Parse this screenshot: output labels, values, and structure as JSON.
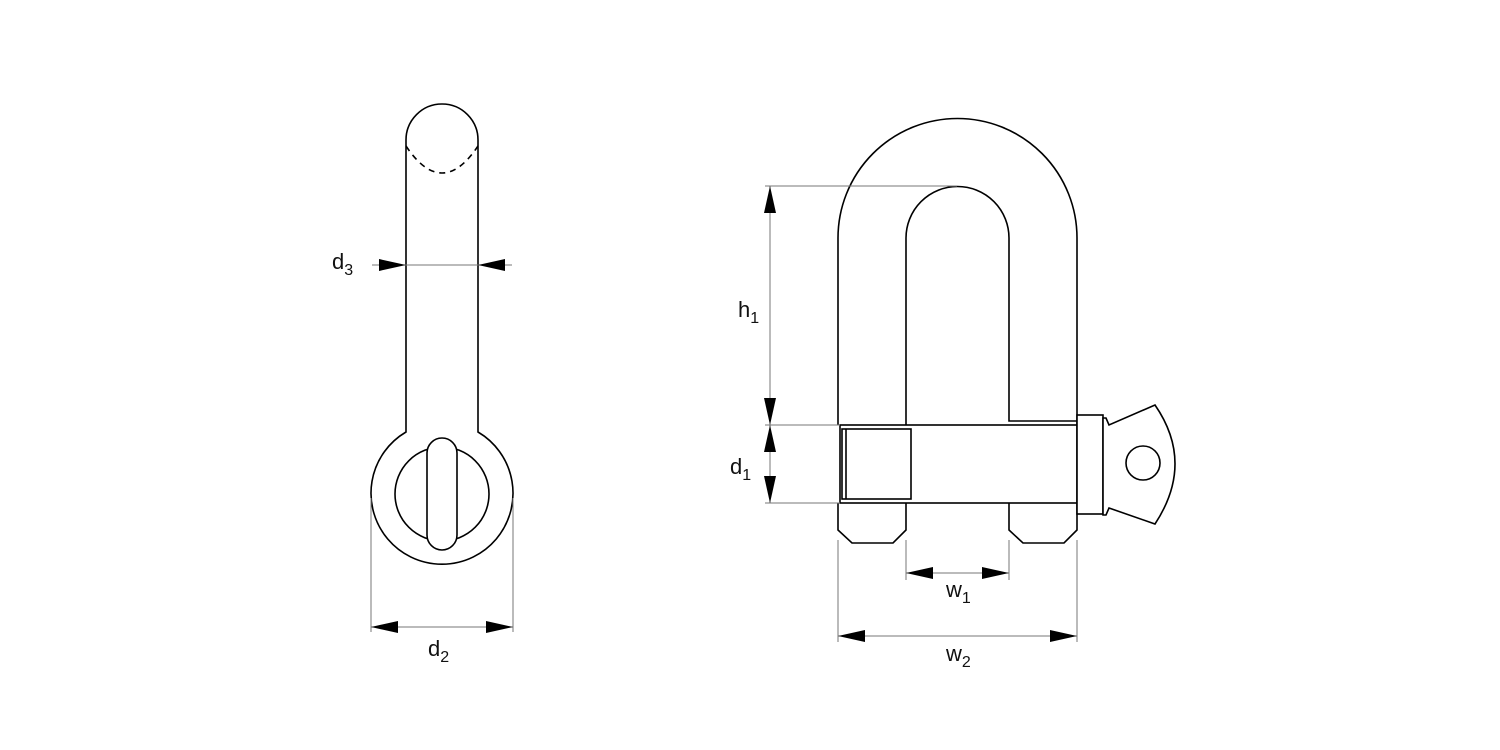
{
  "labels": {
    "d3": {
      "main": "d",
      "sub": "3"
    },
    "d2": {
      "main": "d",
      "sub": "2"
    },
    "h1": {
      "main": "h",
      "sub": "1"
    },
    "d1": {
      "main": "d",
      "sub": "1"
    },
    "w1": {
      "main": "w",
      "sub": "1"
    },
    "w2": {
      "main": "w",
      "sub": "2"
    }
  }
}
